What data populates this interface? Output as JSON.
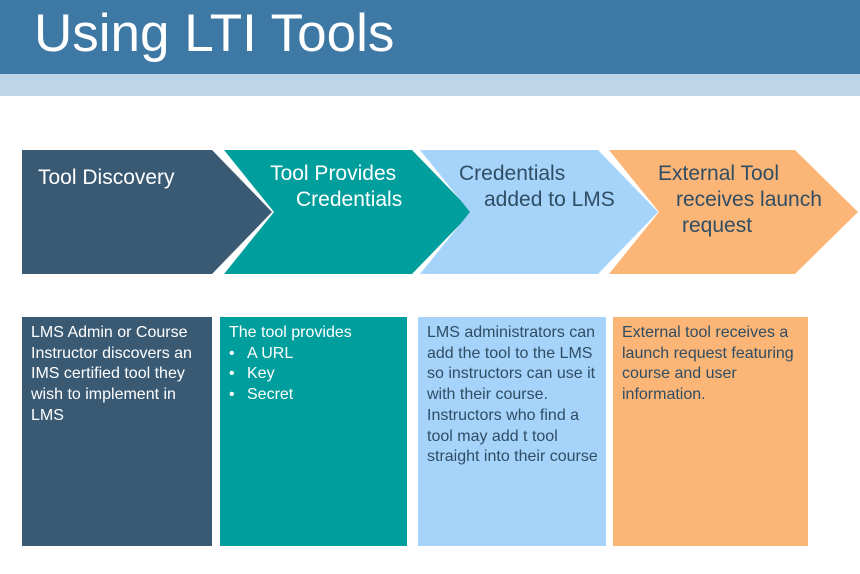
{
  "slide": {
    "title": "Using LTI Tools"
  },
  "steps": [
    {
      "title_lines": [
        "Tool Discovery"
      ],
      "color": "#3a5a74",
      "text_color": "#ffffff",
      "detail": "LMS Admin or Course Instructor discovers an IMS certified tool they wish to implement in LMS"
    },
    {
      "title_lines": [
        "Tool Provides",
        "Credentials"
      ],
      "color": "#009e9c",
      "text_color": "#ffffff",
      "detail_intro": "The tool provides",
      "detail_items": [
        "A URL",
        "Key",
        "Secret"
      ]
    },
    {
      "title_lines": [
        "Credentials",
        "added to LMS"
      ],
      "color": "#a6d3fa",
      "text_color": "#2f4d63",
      "detail": "LMS administrators can add the tool to the LMS so instructors can use it with their course. Instructors who find a tool may add t tool straight into their course"
    },
    {
      "title_lines": [
        "External Tool",
        "receives launch",
        "request"
      ],
      "color": "#fbb576",
      "text_color": "#2f4d63",
      "detail": "External tool receives a launch request featuring course and user information."
    }
  ]
}
